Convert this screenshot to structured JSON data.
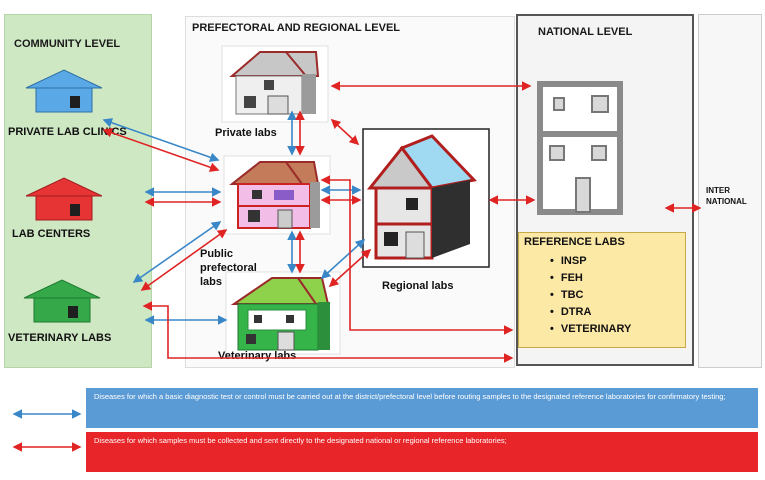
{
  "community": {
    "heading": "COMMUNITY LEVEL",
    "private_lab_clinics": "PRIVATE LAB CLINICS",
    "lab_centers": "LAB CENTERS",
    "veterinary_labs": "VETERINARY LABS"
  },
  "prefectoral": {
    "heading": "PREFECTORAL AND REGIONAL LEVEL",
    "private_labs": "Private labs",
    "public_labs_line1": "Public",
    "public_labs_line2": "prefectoral",
    "public_labs_line3": "labs",
    "veterinary_labs": "Veterinary labs",
    "regional_labs": "Regional labs"
  },
  "national": {
    "heading": "NATIONAL LEVEL",
    "reference_title": "REFERENCE LABS",
    "reference_items": [
      "INSP",
      "FEH",
      "TBC",
      "DTRA",
      "VETERINARY"
    ]
  },
  "international": {
    "line1": "INTER",
    "line2": "NATIONAL"
  },
  "legend": {
    "blue_text": "Diseases for which a basic diagnostic test or control must be carried out at the district/prefectoral level before routing samples to the designated reference laboratories for confirmatory testing;",
    "red_text": "Diseases for which samples must be collected and sent directly to the designated national or regional reference laboratories;"
  },
  "colors": {
    "community_bg": "#cfe8c4",
    "national_bg": "#f4f4f4",
    "reference_bg": "#fde9a6",
    "blue_arrow": "#3a87c8",
    "red_arrow": "#e02424",
    "legend_blue": "#5b9bd5",
    "legend_red": "#e8262a"
  }
}
